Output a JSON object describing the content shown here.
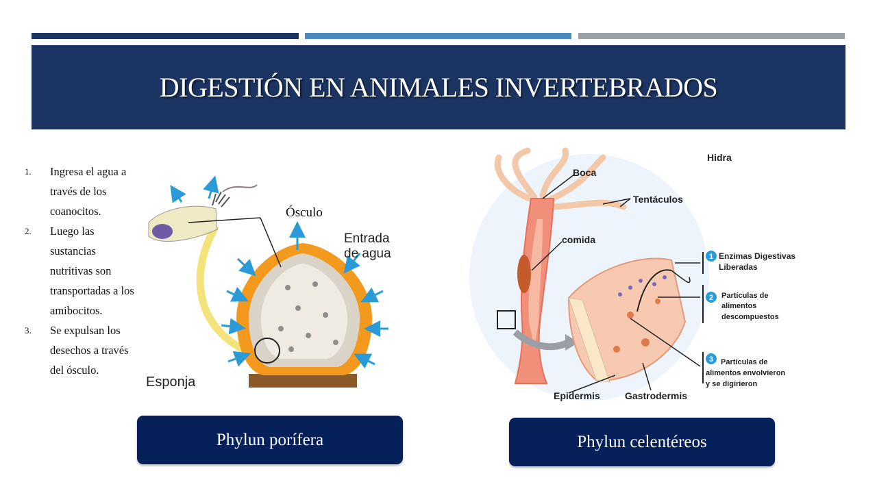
{
  "slide": {
    "title": "DIGESTIÓN EN ANIMALES INVERTEBRADOS",
    "colors": {
      "navy": "#1c3461",
      "steel": "#4a8bbd",
      "gray": "#9aa0a6",
      "button": "#06205a"
    }
  },
  "steps": [
    {
      "num": "1.",
      "text": "Ingresa el agua a través de los coanocitos."
    },
    {
      "num": "2.",
      "text": "Luego las sustancias nutritivas son transportadas a los amibocitos."
    },
    {
      "num": "3.",
      "text": "Se expulsan los desechos a través del ósculo."
    }
  ],
  "sponge": {
    "osculo": "Ósculo",
    "entrada_1": "Entrada",
    "entrada_2": "de agua",
    "esponja": "Esponja"
  },
  "hydra": {
    "hidra": "Hidra",
    "boca": "Boca",
    "tentaculos": "Tentáculos",
    "comida": "comida",
    "epidermis": "Epidermis",
    "gastrodermis": "Gastrodermis",
    "callouts": [
      {
        "n": "1",
        "line1": "Enzimas Digestivas",
        "line2": "Liberadas",
        "line3": ""
      },
      {
        "n": "2",
        "line1": "Partículas de",
        "line2": "alimentos",
        "line3": "descompuestos"
      },
      {
        "n": "3",
        "line1": "Partículas de",
        "line2": "alimentos envolvieron",
        "line3": "y se digirieron"
      }
    ]
  },
  "buttons": {
    "porifera": "Phylun porífera",
    "celenterados": "Phylun celentéreos"
  }
}
